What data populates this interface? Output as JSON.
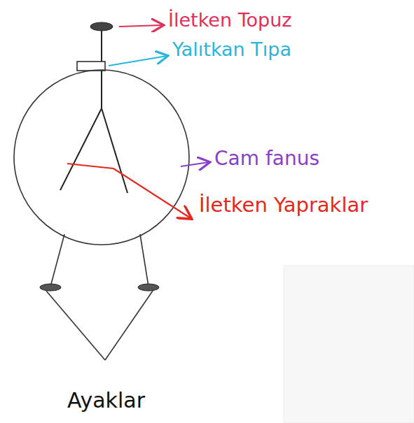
{
  "diagram": {
    "labels": [
      "İletken Topuz",
      "Yalıtkan Tıpa",
      "Cam fanus",
      "İletken Yapraklar",
      "Ayaklar"
    ]
  }
}
